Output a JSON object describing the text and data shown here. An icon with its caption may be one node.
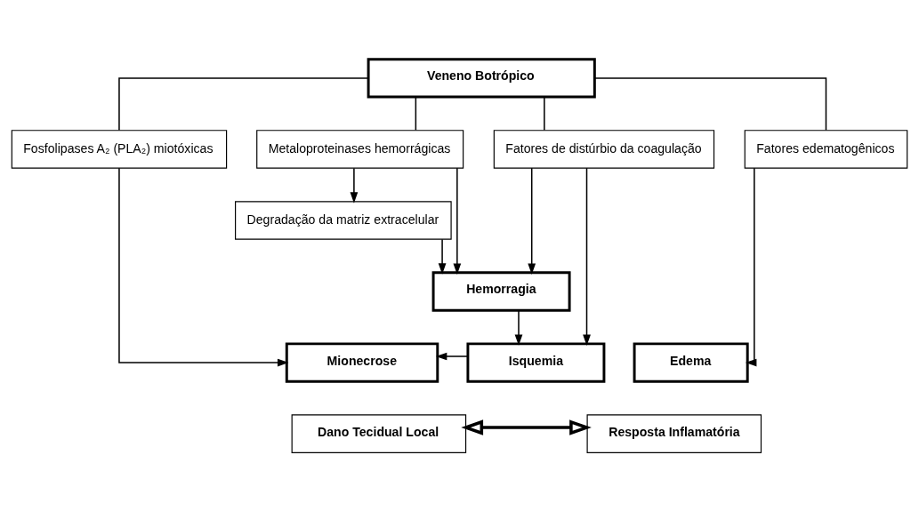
{
  "diagram": {
    "nodes": [
      {
        "text": [
          "Veneno Botrópico"
        ]
      },
      {
        "text": [
          "Fosfolipases A₂ (PLA₂) miotóxicas"
        ]
      },
      {
        "text": [
          "Metaloproteinases hemorrágicas"
        ]
      },
      {
        "text": [
          "Fatores de distúrbio da coagulação"
        ]
      },
      {
        "text": [
          "Fatores edematogênicos"
        ]
      },
      {
        "text": [
          "Degradação da matriz extracelular"
        ]
      },
      {
        "text": [
          "Hemorragia"
        ]
      },
      {
        "text": [
          "Mionecrose"
        ]
      },
      {
        "text": [
          "Isquemia"
        ]
      },
      {
        "text": [
          "Edema"
        ]
      },
      {
        "text": [
          "Dano Tecidual Local"
        ]
      },
      {
        "text": [
          "Resposta Inflamatória"
        ]
      }
    ],
    "edges": [
      {
        "from": 0,
        "to": 1,
        "arrow": "none"
      },
      {
        "from": 0,
        "to": 2,
        "arrow": "none"
      },
      {
        "from": 0,
        "to": 3,
        "arrow": "none"
      },
      {
        "from": 0,
        "to": 4,
        "arrow": "none"
      },
      {
        "from": 1,
        "to": 7,
        "arrow": "to"
      },
      {
        "from": 2,
        "to": 5,
        "arrow": "to"
      },
      {
        "from": 5,
        "to": 6,
        "arrow": "to"
      },
      {
        "from": 2,
        "to": 6,
        "arrow": "to"
      },
      {
        "from": 3,
        "to": 6,
        "arrow": "to"
      },
      {
        "from": 3,
        "to": 8,
        "arrow": "to"
      },
      {
        "from": 4,
        "to": 9,
        "arrow": "to"
      },
      {
        "from": 6,
        "to": 8,
        "arrow": "to"
      },
      {
        "from": 8,
        "to": 7,
        "arrow": "to"
      },
      {
        "from": 10,
        "to": 11,
        "arrow": "both",
        "style": "thick"
      }
    ]
  }
}
